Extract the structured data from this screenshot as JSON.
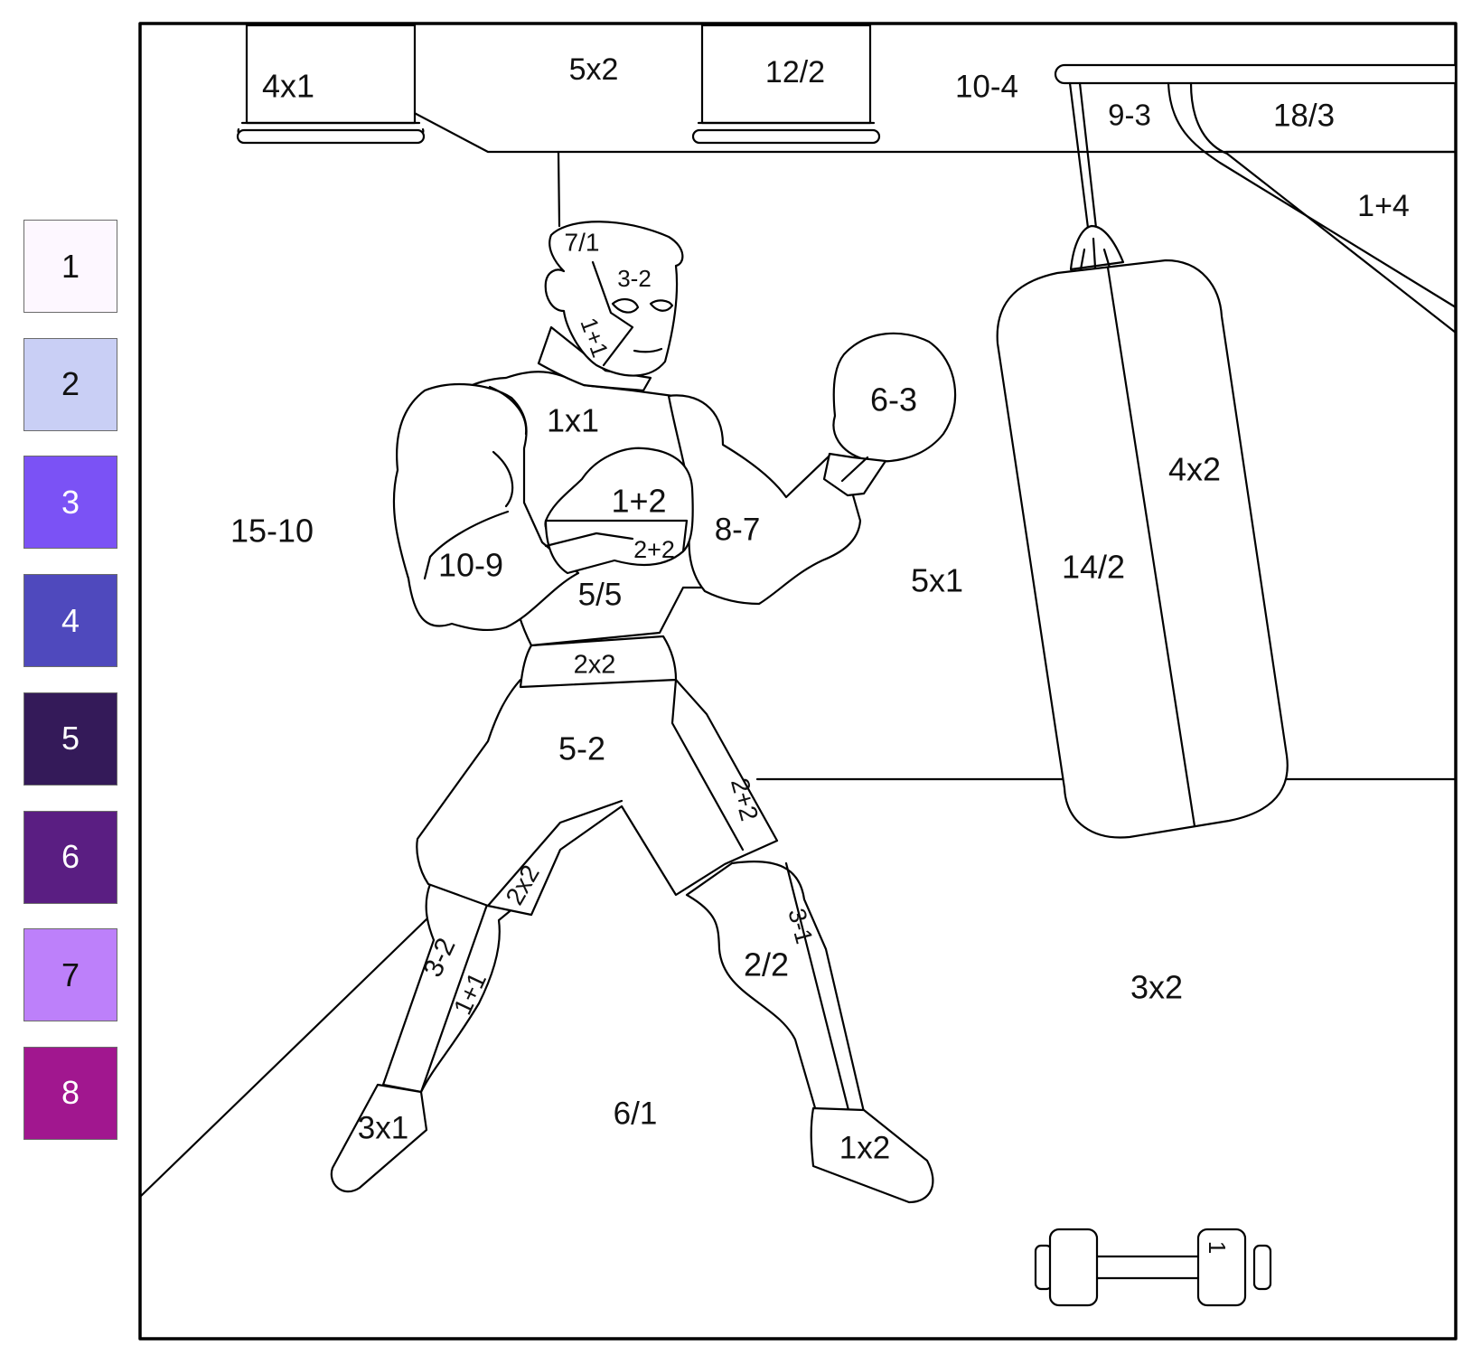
{
  "palette": [
    {
      "number": "1",
      "color": "#fdf7ff",
      "text_color": "#111111"
    },
    {
      "number": "2",
      "color": "#c9cff5",
      "text_color": "#111111"
    },
    {
      "number": "3",
      "color": "#7b52f5",
      "text_color": "#ffffff"
    },
    {
      "number": "4",
      "color": "#4f49bd",
      "text_color": "#ffffff"
    },
    {
      "number": "5",
      "color": "#341a59",
      "text_color": "#ffffff"
    },
    {
      "number": "6",
      "color": "#5a1e82",
      "text_color": "#ffffff"
    },
    {
      "number": "7",
      "color": "#bd80fa",
      "text_color": "#111111"
    },
    {
      "number": "8",
      "color": "#a1178f",
      "text_color": "#ffffff"
    }
  ],
  "labels": {
    "window_left": "4x1",
    "wall_top_a": "5x2",
    "window_mid": "12/2",
    "wall_top_b": "10-4",
    "rail_a": "9-3",
    "rail_b": "18/3",
    "wall_right": "1+4",
    "hair": "7/1",
    "face": "3-2",
    "neck_side": "1+1",
    "chest": "1x1",
    "glove_raised": "6-3",
    "glove_front": "1+2",
    "glove_cuff": "2+2",
    "arm_right": "8-7",
    "arm_left": "10-9",
    "belly": "5/5",
    "wall_left": "15-10",
    "wall_mid": "5x1",
    "bag_left": "14/2",
    "bag_right": "4x2",
    "belt": "2x2",
    "shorts": "5-2",
    "shorts_stripe_right": "2+2",
    "shorts_stripe_left": "2x2",
    "leg_left_stripe_a": "3-2",
    "leg_left_stripe_b": "1+1",
    "leg_right_stripe": "3-1",
    "leg_right": "2/2",
    "floor_right": "3x2",
    "floor_mid": "6/1",
    "shoe_left": "3x1",
    "shoe_right": "1x2",
    "dumbbell_weight": "1"
  }
}
